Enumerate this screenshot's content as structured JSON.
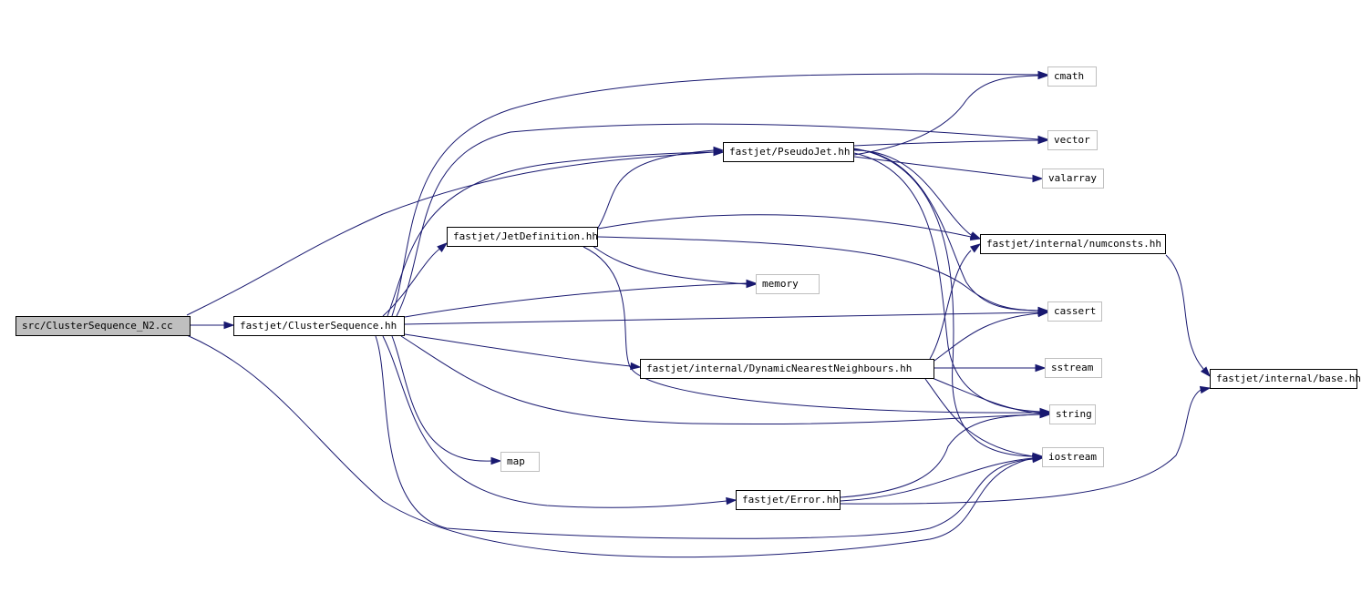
{
  "nodes": {
    "src_cs_n2": "src/ClusterSequence_N2.cc",
    "cs_hh": "fastjet/ClusterSequence.hh",
    "jetdef_hh": "fastjet/JetDefinition.hh",
    "pseudojet_hh": "fastjet/PseudoJet.hh",
    "numconsts_hh": "fastjet/internal/numconsts.hh",
    "dnn_hh": "fastjet/internal/DynamicNearestNeighbours.hh",
    "error_hh": "fastjet/Error.hh",
    "base_hh": "fastjet/internal/base.hh",
    "cmath": "cmath",
    "vector": "vector",
    "valarray": "valarray",
    "memory": "memory",
    "cassert": "cassert",
    "sstream": "sstream",
    "string": "string",
    "iostream": "iostream",
    "map": "map"
  },
  "colors": {
    "edge": "#191970",
    "root_fill": "#bfbfbf",
    "system_border": "#bfbfbf",
    "node_border": "#000000"
  }
}
